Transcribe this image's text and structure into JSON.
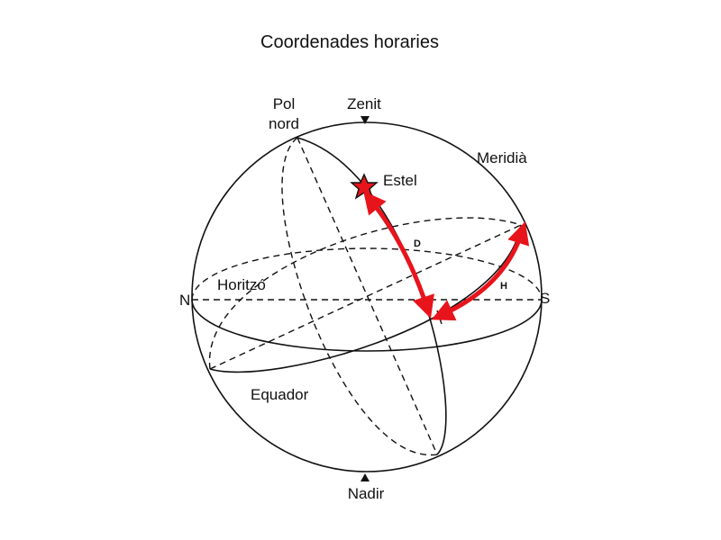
{
  "title": "Coordenades horaries",
  "labels": {
    "zenith": "Zenit",
    "north_pole_line1": "Pol",
    "north_pole_line2": "nord",
    "meridian": "Meridià",
    "star": "Estel",
    "declination": "D",
    "hour_angle": "H",
    "north": "N",
    "south": "S",
    "horizon": "Horitzó",
    "equator": "Equador",
    "nadir": "Nadir"
  },
  "colors": {
    "line": "#111111",
    "accent": "#e8141c"
  }
}
